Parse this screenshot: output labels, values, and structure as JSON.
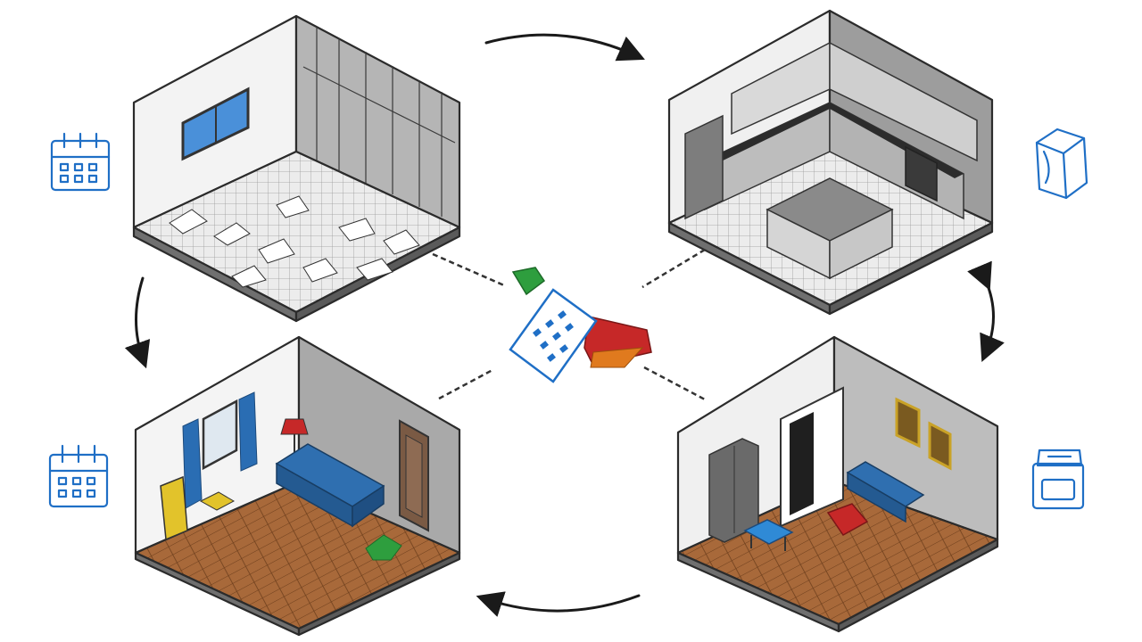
{
  "diagram": {
    "kind": "renovation-cycle",
    "stages": [
      {
        "id": "demolition",
        "position": "top-left"
      },
      {
        "id": "new-kitchen",
        "position": "top-right"
      },
      {
        "id": "finished-living-room",
        "position": "bottom-right"
      },
      {
        "id": "furnished-living-room",
        "position": "bottom-left"
      }
    ],
    "cycle_direction": "clockwise",
    "center_icon": "calendar-with-tape-icon",
    "side_icons": [
      "calendar-icon",
      "calendar-icon",
      "box-icon",
      "appliance-icon"
    ]
  },
  "colors": {
    "wall_light": "#f2f2f2",
    "wall_gray": "#a9a9a9",
    "wall_dark": "#8c8c8c",
    "floor_wood": "#a86a3c",
    "floor_tile": "#e6e6e6",
    "sofa_blue": "#2f6fb0",
    "icon_blue": "#1f6fc6",
    "arrow": "#1a1a1a",
    "accent_red": "#c62828",
    "accent_green": "#2e9e3e",
    "accent_yellow": "#e2c32b"
  }
}
